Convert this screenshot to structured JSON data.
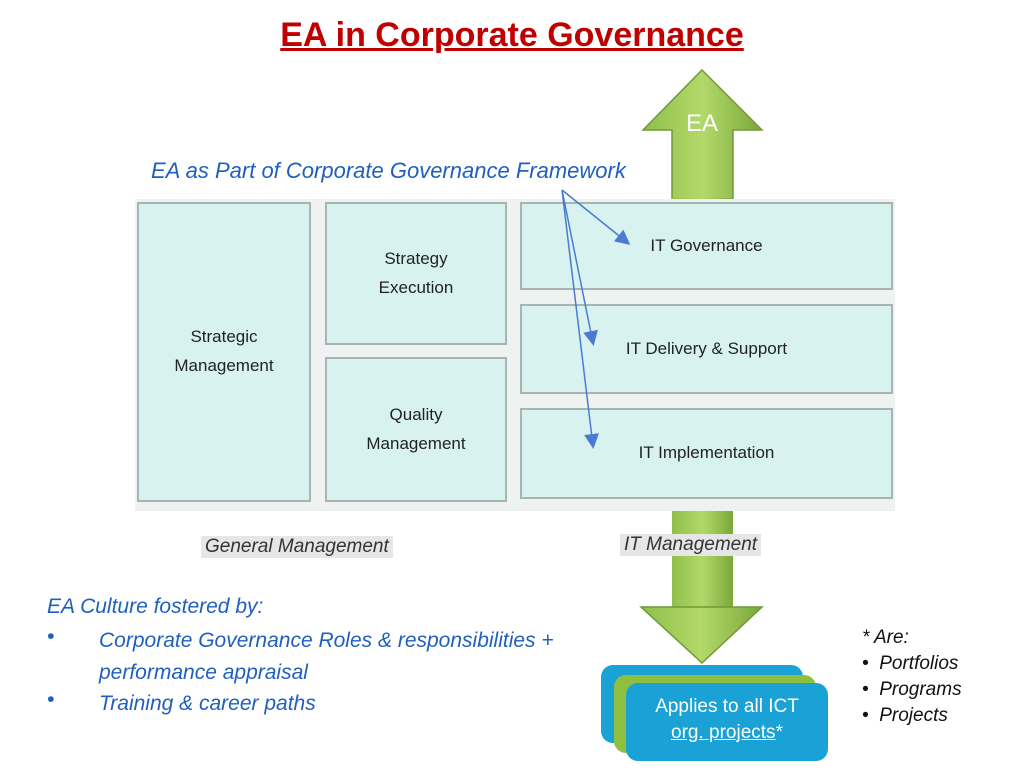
{
  "title": "EA in Corporate Governance",
  "subtitle": "EA as Part of Corporate Governance Framework",
  "arrow_label": "EA",
  "panels": {
    "strategic_management": [
      "Strategic",
      "Management"
    ],
    "strategy_execution": [
      "Strategy",
      "Execution"
    ],
    "quality_management": [
      "Quality",
      "Management"
    ],
    "it_governance": "IT Governance",
    "it_delivery": "IT Delivery & Support",
    "it_implementation": "IT Implementation"
  },
  "captions": {
    "general": "General Management",
    "it": "IT Management"
  },
  "culture": {
    "heading": "EA Culture fostered by:",
    "bullet": "•",
    "items": [
      "Corporate Governance Roles & responsibilities + performance appraisal",
      "Training & career paths"
    ]
  },
  "applies": {
    "line1": "Applies to all ICT",
    "link": "org. projects",
    "suffix": "*"
  },
  "are": {
    "heading": "* Are:",
    "items": [
      "Portfolios",
      "Programs",
      "Projects"
    ]
  },
  "colors": {
    "title": "#c00000",
    "blue_text": "#1f5fbf",
    "arrow_green": "#8fbf3f",
    "panel_fill": "#d8f3ef",
    "applies_box": "#1aa2d6"
  }
}
